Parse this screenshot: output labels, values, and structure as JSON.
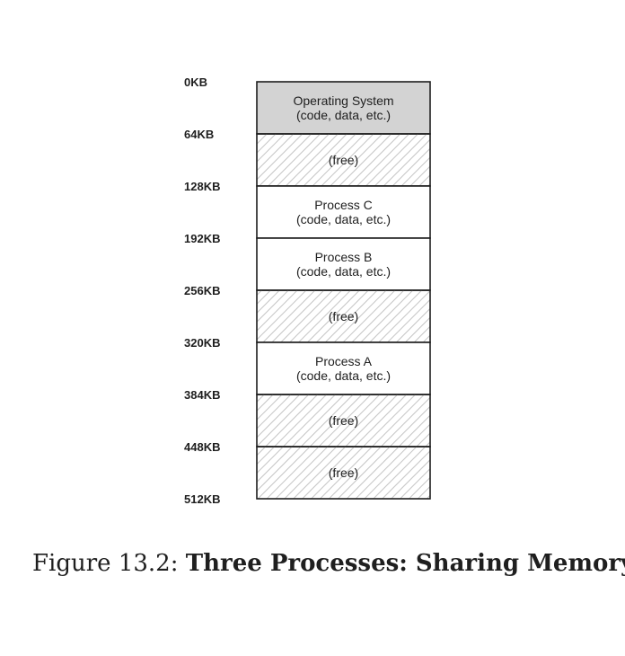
{
  "diagram": {
    "segments": [
      {
        "lines": [
          "Operating System",
          "(code, data, etc.)"
        ],
        "kind": "os"
      },
      {
        "lines": [
          "(free)"
        ],
        "kind": "free"
      },
      {
        "lines": [
          "Process C",
          "(code, data, etc.)"
        ],
        "kind": "process"
      },
      {
        "lines": [
          "Process B",
          "(code, data, etc.)"
        ],
        "kind": "process"
      },
      {
        "lines": [
          "(free)"
        ],
        "kind": "free"
      },
      {
        "lines": [
          "Process A",
          "(code, data, etc.)"
        ],
        "kind": "process"
      },
      {
        "lines": [
          "(free)"
        ],
        "kind": "free"
      },
      {
        "lines": [
          "(free)"
        ],
        "kind": "free"
      }
    ],
    "addresses": [
      "0KB",
      "64KB",
      "128KB",
      "192KB",
      "256KB",
      "320KB",
      "384KB",
      "448KB",
      "512KB"
    ],
    "colors": {
      "os_fill": "#d3d3d3",
      "free_fill": "#ffffff",
      "hatch": "#c4c4c4",
      "process_fill": "#ffffff",
      "border": "#1e1e1e",
      "text": "#1e1e1e"
    }
  },
  "caption": {
    "label": "Figure 13.2:",
    "title": "Three Processes: Sharing Memory"
  }
}
